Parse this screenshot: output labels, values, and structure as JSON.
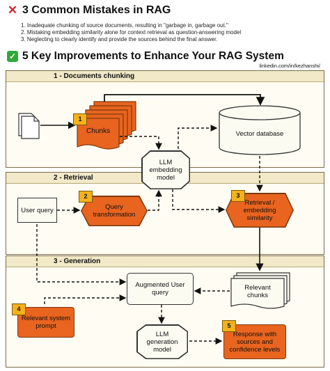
{
  "header": {
    "title": "3 Common Mistakes in RAG",
    "mistakes": [
      "1. Inadequate chunking of source documents, resulting in \"garbage in, garbage out.\"",
      "2. Mistaking embedding similarity alone for context retrieval as question-answering model",
      "3. Neglecting to clearly identify and provide the sources behind the final answer."
    ],
    "improvements_title": "5 Key Improvements to Enhance Your RAG System",
    "credit": "linkedin.com/in/kezhanshi/"
  },
  "sections": {
    "chunking": "1 - Documents chunking",
    "retrieval": "2 - Retrieval",
    "generation": "3 - Generation"
  },
  "nodes": {
    "chunks": "Chunks",
    "vector_db": "Vector database",
    "llm_embedding": "LLM embedding model",
    "user_query": "User query",
    "query_transformation": "Query transformation",
    "retrieval_similarity": "Retrieval / embedding similarity",
    "augmented_query": "Augmented User query",
    "relevant_chunks": "Relevant chunks",
    "relevant_prompt": "Relevant system prompt",
    "llm_generation": "LLM generation model",
    "response": "Response with sources and confidence levels"
  },
  "badges": [
    "1",
    "2",
    "3",
    "4",
    "5"
  ],
  "colors": {
    "orange": "#e8641f",
    "badge": "#f5b21b",
    "section_fill": "#fffdf3",
    "section_header": "#f1e9c7",
    "x_mark": "#d8262c",
    "check": "#2eaa3a"
  }
}
